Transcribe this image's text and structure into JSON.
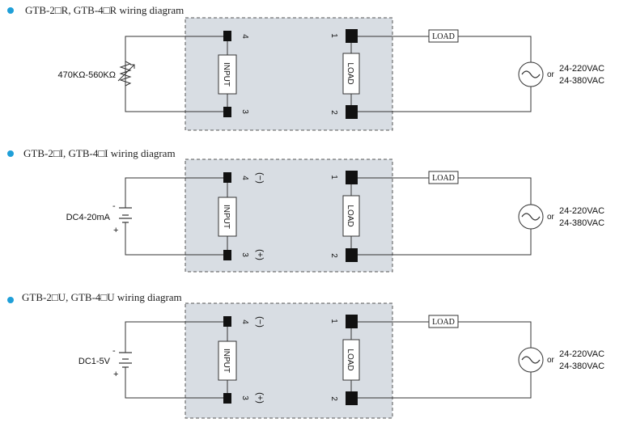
{
  "colors": {
    "bullet": "#1f9fd8",
    "module_fill": "#d8dde3",
    "wire": "#333333",
    "terminal": "#111111"
  },
  "diagrams": [
    {
      "title": "GTB-2□R, GTB-4□R wiring diagram",
      "source_label": "470KΩ-560KΩ",
      "source_kind": "potentiometer",
      "input_label": "INPUT",
      "load_box_label": "LOAD",
      "terminal_top_left": "4",
      "terminal_bottom_left": "3",
      "terminal_top_right": "1",
      "terminal_bottom_right": "2",
      "polarity_top": "",
      "polarity_bottom": "",
      "series_load_label": "LOAD",
      "supply_prefix": "or",
      "supply_line1": "24-220VAC",
      "supply_line2": "24-380VAC"
    },
    {
      "title": "GTB-2□I, GTB-4□I wiring diagram",
      "source_label": "DC4-20mA",
      "source_kind": "battery",
      "battery_minus": "-",
      "battery_plus": "+",
      "input_label": "INPUT",
      "load_box_label": "LOAD",
      "terminal_top_left": "4",
      "terminal_bottom_left": "3",
      "terminal_top_right": "1",
      "terminal_bottom_right": "2",
      "polarity_top": "(−)",
      "polarity_bottom": "(+)",
      "series_load_label": "LOAD",
      "supply_prefix": "or",
      "supply_line1": "24-220VAC",
      "supply_line2": "24-380VAC"
    },
    {
      "title": "GTB-2□U, GTB-4□U wiring diagram",
      "source_label": "DC1-5V",
      "source_kind": "battery",
      "battery_minus": "-",
      "battery_plus": "+",
      "input_label": "INPUT",
      "load_box_label": "LOAD",
      "terminal_top_left": "4",
      "terminal_bottom_left": "3",
      "terminal_top_right": "1",
      "terminal_bottom_right": "2",
      "polarity_top": "(−)",
      "polarity_bottom": "(+)",
      "series_load_label": "LOAD",
      "supply_prefix": "or",
      "supply_line1": "24-220VAC",
      "supply_line2": "24-380VAC"
    }
  ]
}
